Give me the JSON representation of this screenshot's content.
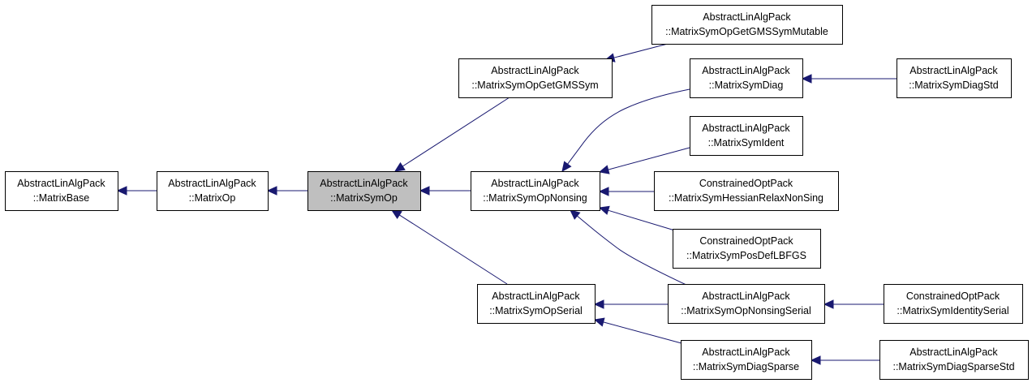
{
  "diagram": {
    "nodes": [
      {
        "id": "matrix-base",
        "line1": "AbstractLinAlgPack",
        "line2": "::MatrixBase",
        "current": false
      },
      {
        "id": "matrix-op",
        "line1": "AbstractLinAlgPack",
        "line2": "::MatrixOp",
        "current": false
      },
      {
        "id": "matrix-sym-op",
        "line1": "AbstractLinAlgPack",
        "line2": "::MatrixSymOp",
        "current": true
      },
      {
        "id": "matrix-sym-op-get-gms-sym",
        "line1": "AbstractLinAlgPack",
        "line2": "::MatrixSymOpGetGMSSym",
        "current": false
      },
      {
        "id": "matrix-sym-op-get-gms-sym-mutable",
        "line1": "AbstractLinAlgPack",
        "line2": "::MatrixSymOpGetGMSSymMutable",
        "current": false
      },
      {
        "id": "matrix-sym-op-nonsing",
        "line1": "AbstractLinAlgPack",
        "line2": "::MatrixSymOpNonsing",
        "current": false
      },
      {
        "id": "matrix-sym-diag",
        "line1": "AbstractLinAlgPack",
        "line2": "::MatrixSymDiag",
        "current": false
      },
      {
        "id": "matrix-sym-diag-std",
        "line1": "AbstractLinAlgPack",
        "line2": "::MatrixSymDiagStd",
        "current": false
      },
      {
        "id": "matrix-sym-ident",
        "line1": "AbstractLinAlgPack",
        "line2": "::MatrixSymIdent",
        "current": false
      },
      {
        "id": "matrix-sym-hessian-relax-non-sing",
        "line1": "ConstrainedOptPack",
        "line2": "::MatrixSymHessianRelaxNonSing",
        "current": false
      },
      {
        "id": "matrix-sym-pos-def-lbfgs",
        "line1": "ConstrainedOptPack",
        "line2": "::MatrixSymPosDefLBFGS",
        "current": false
      },
      {
        "id": "matrix-sym-op-serial",
        "line1": "AbstractLinAlgPack",
        "line2": "::MatrixSymOpSerial",
        "current": false
      },
      {
        "id": "matrix-sym-op-nonsing-serial",
        "line1": "AbstractLinAlgPack",
        "line2": "::MatrixSymOpNonsingSerial",
        "current": false
      },
      {
        "id": "matrix-sym-identity-serial",
        "line1": "ConstrainedOptPack",
        "line2": "::MatrixSymIdentitySerial",
        "current": false
      },
      {
        "id": "matrix-sym-diag-sparse",
        "line1": "AbstractLinAlgPack",
        "line2": "::MatrixSymDiagSparse",
        "current": false
      },
      {
        "id": "matrix-sym-diag-sparse-std",
        "line1": "AbstractLinAlgPack",
        "line2": "::MatrixSymDiagSparseStd",
        "current": false
      }
    ],
    "edges": [
      {
        "from": "matrix-op",
        "to": "matrix-base"
      },
      {
        "from": "matrix-sym-op",
        "to": "matrix-op"
      },
      {
        "from": "matrix-sym-op-get-gms-sym",
        "to": "matrix-sym-op"
      },
      {
        "from": "matrix-sym-op-nonsing",
        "to": "matrix-sym-op"
      },
      {
        "from": "matrix-sym-op-serial",
        "to": "matrix-sym-op"
      },
      {
        "from": "matrix-sym-op-get-gms-sym-mutable",
        "to": "matrix-sym-op-get-gms-sym"
      },
      {
        "from": "matrix-sym-diag",
        "to": "matrix-sym-op-nonsing"
      },
      {
        "from": "matrix-sym-ident",
        "to": "matrix-sym-op-nonsing"
      },
      {
        "from": "matrix-sym-hessian-relax-non-sing",
        "to": "matrix-sym-op-nonsing"
      },
      {
        "from": "matrix-sym-pos-def-lbfgs",
        "to": "matrix-sym-op-nonsing"
      },
      {
        "from": "matrix-sym-op-nonsing-serial",
        "to": "matrix-sym-op-nonsing"
      },
      {
        "from": "matrix-sym-diag-std",
        "to": "matrix-sym-diag"
      },
      {
        "from": "matrix-sym-op-nonsing-serial",
        "to": "matrix-sym-op-serial"
      },
      {
        "from": "matrix-sym-diag-sparse",
        "to": "matrix-sym-op-serial"
      },
      {
        "from": "matrix-sym-identity-serial",
        "to": "matrix-sym-op-nonsing-serial"
      },
      {
        "from": "matrix-sym-diag-sparse-std",
        "to": "matrix-sym-diag-sparse"
      }
    ],
    "colors": {
      "edge": "#191970",
      "current_node_fill": "#bfbfbf",
      "node_fill": "#ffffff",
      "node_border": "#000000"
    }
  }
}
